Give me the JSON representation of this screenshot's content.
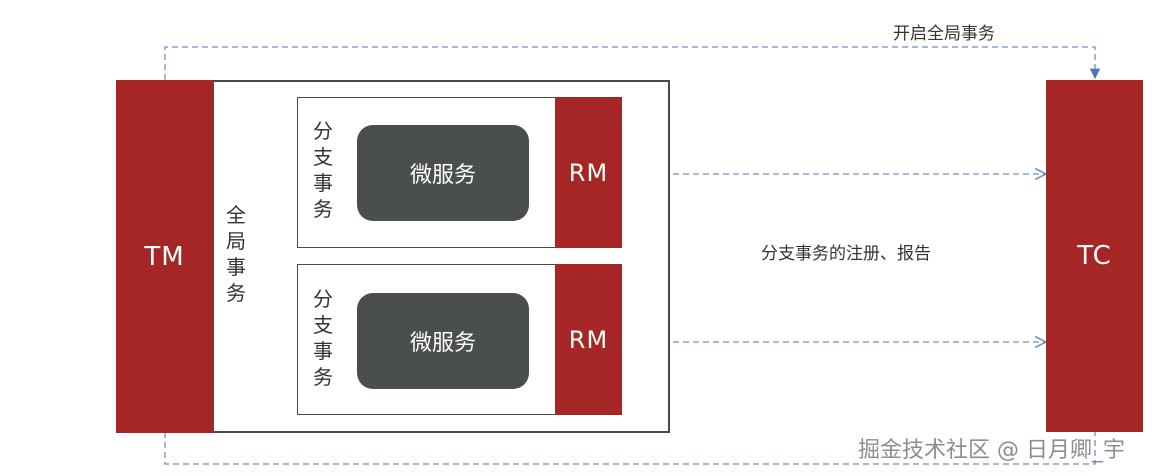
{
  "tm": {
    "label": "TM"
  },
  "tc": {
    "label": "TC"
  },
  "global_tx": {
    "chars": [
      "全",
      "局",
      "事",
      "务"
    ]
  },
  "branches": [
    {
      "chars": [
        "分",
        "支",
        "事",
        "务"
      ],
      "service": "微服务",
      "rm": "RM"
    },
    {
      "chars": [
        "分",
        "支",
        "事",
        "务"
      ],
      "service": "微服务",
      "rm": "RM"
    }
  ],
  "annotations": {
    "start_global": "开启全局事务",
    "register_report": "分支事务的注册、报告"
  },
  "watermark": "掘金技术社区 @ 日月卿_宇",
  "colors": {
    "red": "#a52624",
    "dark": "#4a4f4e",
    "line": "#6b8fc4"
  }
}
